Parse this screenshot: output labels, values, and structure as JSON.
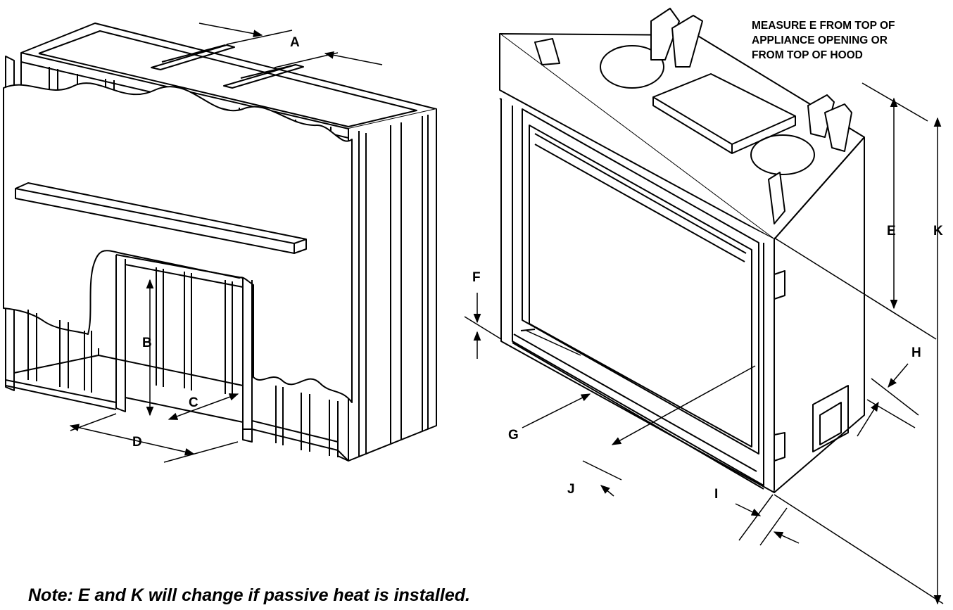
{
  "figure": {
    "labels": {
      "A": "A",
      "B": "B",
      "C": "C",
      "D": "D",
      "E": "E",
      "F": "F",
      "G": "G",
      "H": "H",
      "I": "I",
      "J": "J",
      "K": "K"
    },
    "measure_note": "MEASURE E FROM TOP OF\nAPPLIANCE  OPENING OR\nFROM TOP OF HOOD",
    "footnote": "Note: E and K will change if passive heat is installed."
  },
  "colors": {
    "line": "#000000",
    "background": "#ffffff"
  }
}
